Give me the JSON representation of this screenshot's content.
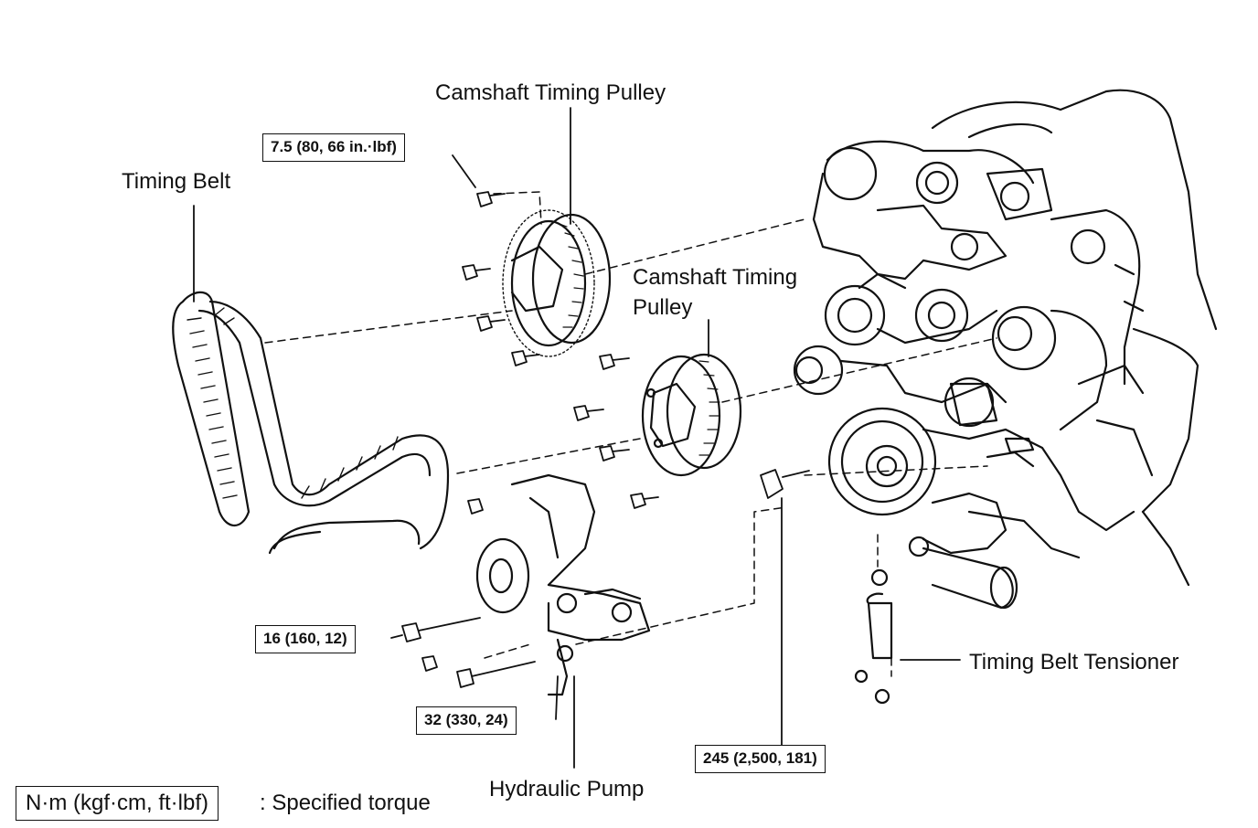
{
  "labels": {
    "camshaft_pulley_top": "Camshaft Timing Pulley",
    "camshaft_pulley_right_line1": "Camshaft Timing",
    "camshaft_pulley_right_line2": "Pulley",
    "timing_belt": "Timing Belt",
    "timing_belt_tensioner": "Timing Belt Tensioner",
    "hydraulic_pump": "Hydraulic Pump"
  },
  "torques": {
    "cam_pulley_bolt": "7.5 (80, 66 in.·lbf)",
    "idler_bolt": "16 (160, 12)",
    "pump_bolt": "32 (330, 24)",
    "crank_bolt": "245 (2,500, 181)"
  },
  "legend": {
    "unit_box": "N·m (kgf·cm, ft·lbf)",
    "text": ": Specified torque"
  }
}
